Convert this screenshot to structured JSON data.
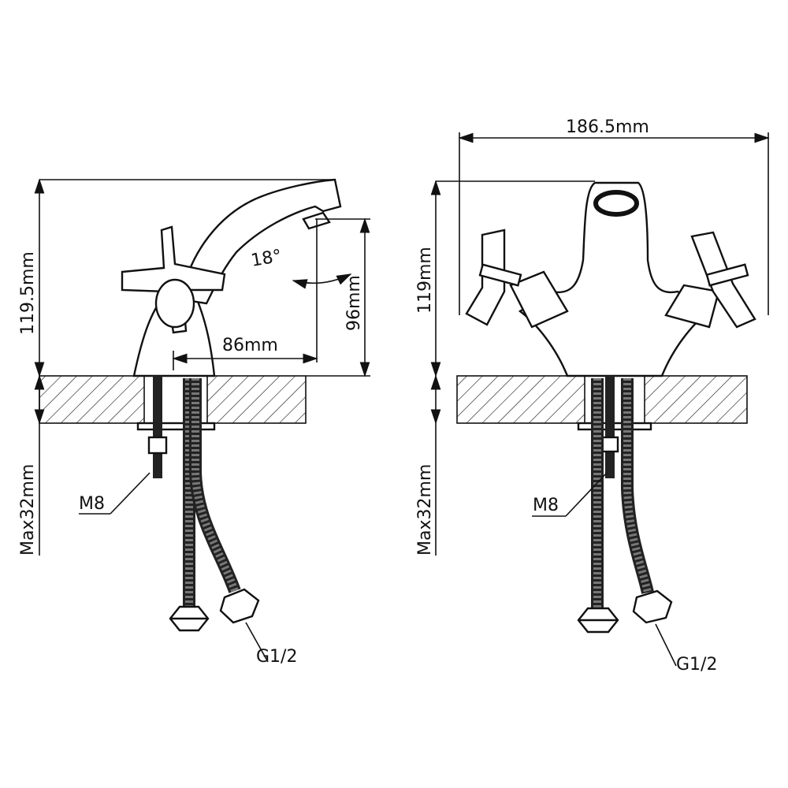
{
  "left_view": {
    "height_label": "119.5mm",
    "spout_height_label": "96mm",
    "reach_label": "86mm",
    "angle_label": "18°",
    "max_thickness_label": "Max32mm",
    "stud_label": "M8",
    "connection_label": "G1/2"
  },
  "right_view": {
    "width_label": "186.5mm",
    "height_label": "119mm",
    "max_thickness_label": "Max32mm",
    "stud_label": "M8",
    "connection_label": "G1/2"
  }
}
